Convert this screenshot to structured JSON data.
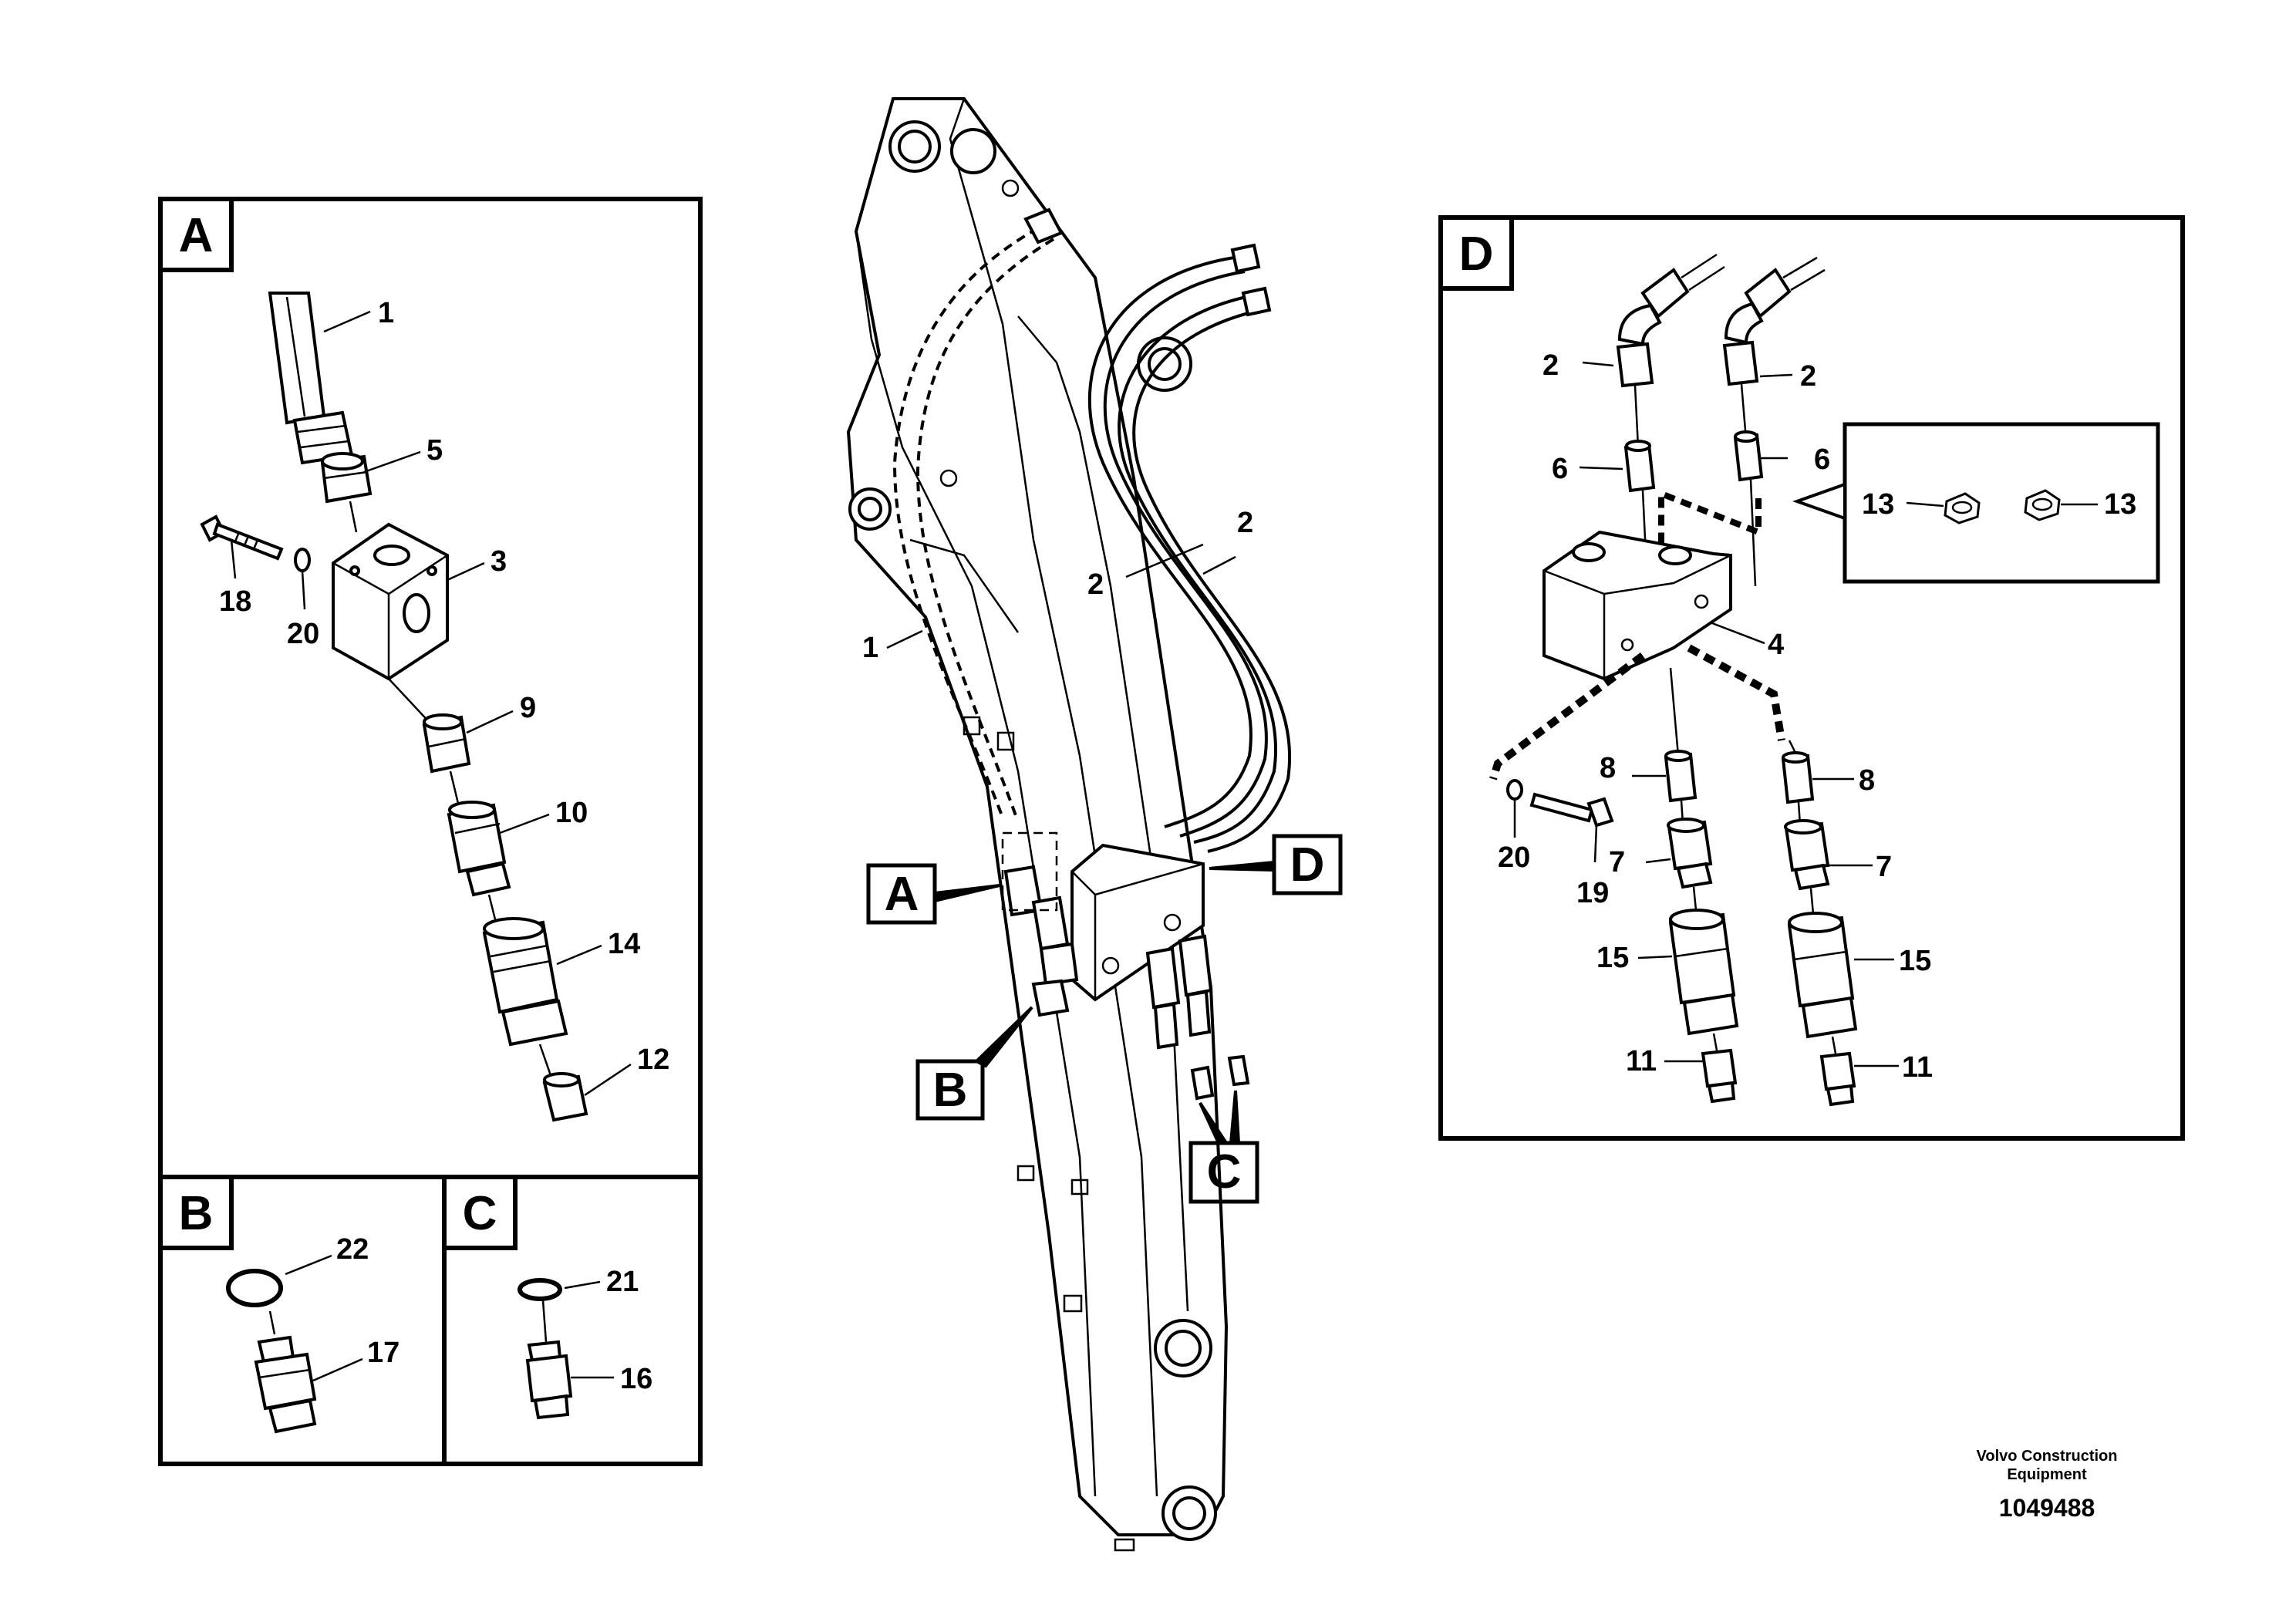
{
  "panels": {
    "a": {
      "letter": "A"
    },
    "b": {
      "letter": "B"
    },
    "c": {
      "letter": "C"
    },
    "d": {
      "letter": "D"
    }
  },
  "callouts": {
    "a": "A",
    "b": "B",
    "c": "C",
    "d": "D"
  },
  "panel_a_labels": {
    "p1": "1",
    "p5": "5",
    "p3": "3",
    "p18": "18",
    "p20": "20",
    "p9": "9",
    "p10": "10",
    "p14": "14",
    "p12": "12"
  },
  "panel_b_labels": {
    "p22": "22",
    "p17": "17"
  },
  "panel_c_labels": {
    "p21": "21",
    "p16": "16"
  },
  "panel_d_labels": {
    "p2_left": "2",
    "p2_right": "2",
    "p6_left": "6",
    "p6_right": "6",
    "p13_left": "13",
    "p13_right": "13",
    "p4": "4",
    "p8_left": "8",
    "p8_right": "8",
    "p20": "20",
    "p19": "19",
    "p7_left": "7",
    "p7_right": "7",
    "p15_left": "15",
    "p15_right": "15",
    "p11_left": "11",
    "p11_right": "11"
  },
  "main_labels": {
    "p1": "1",
    "p2_upper": "2",
    "p2_lower": "2"
  },
  "footer": {
    "company_line1": "Volvo Construction",
    "company_line2": "Equipment",
    "drawing_number": "1049488"
  }
}
